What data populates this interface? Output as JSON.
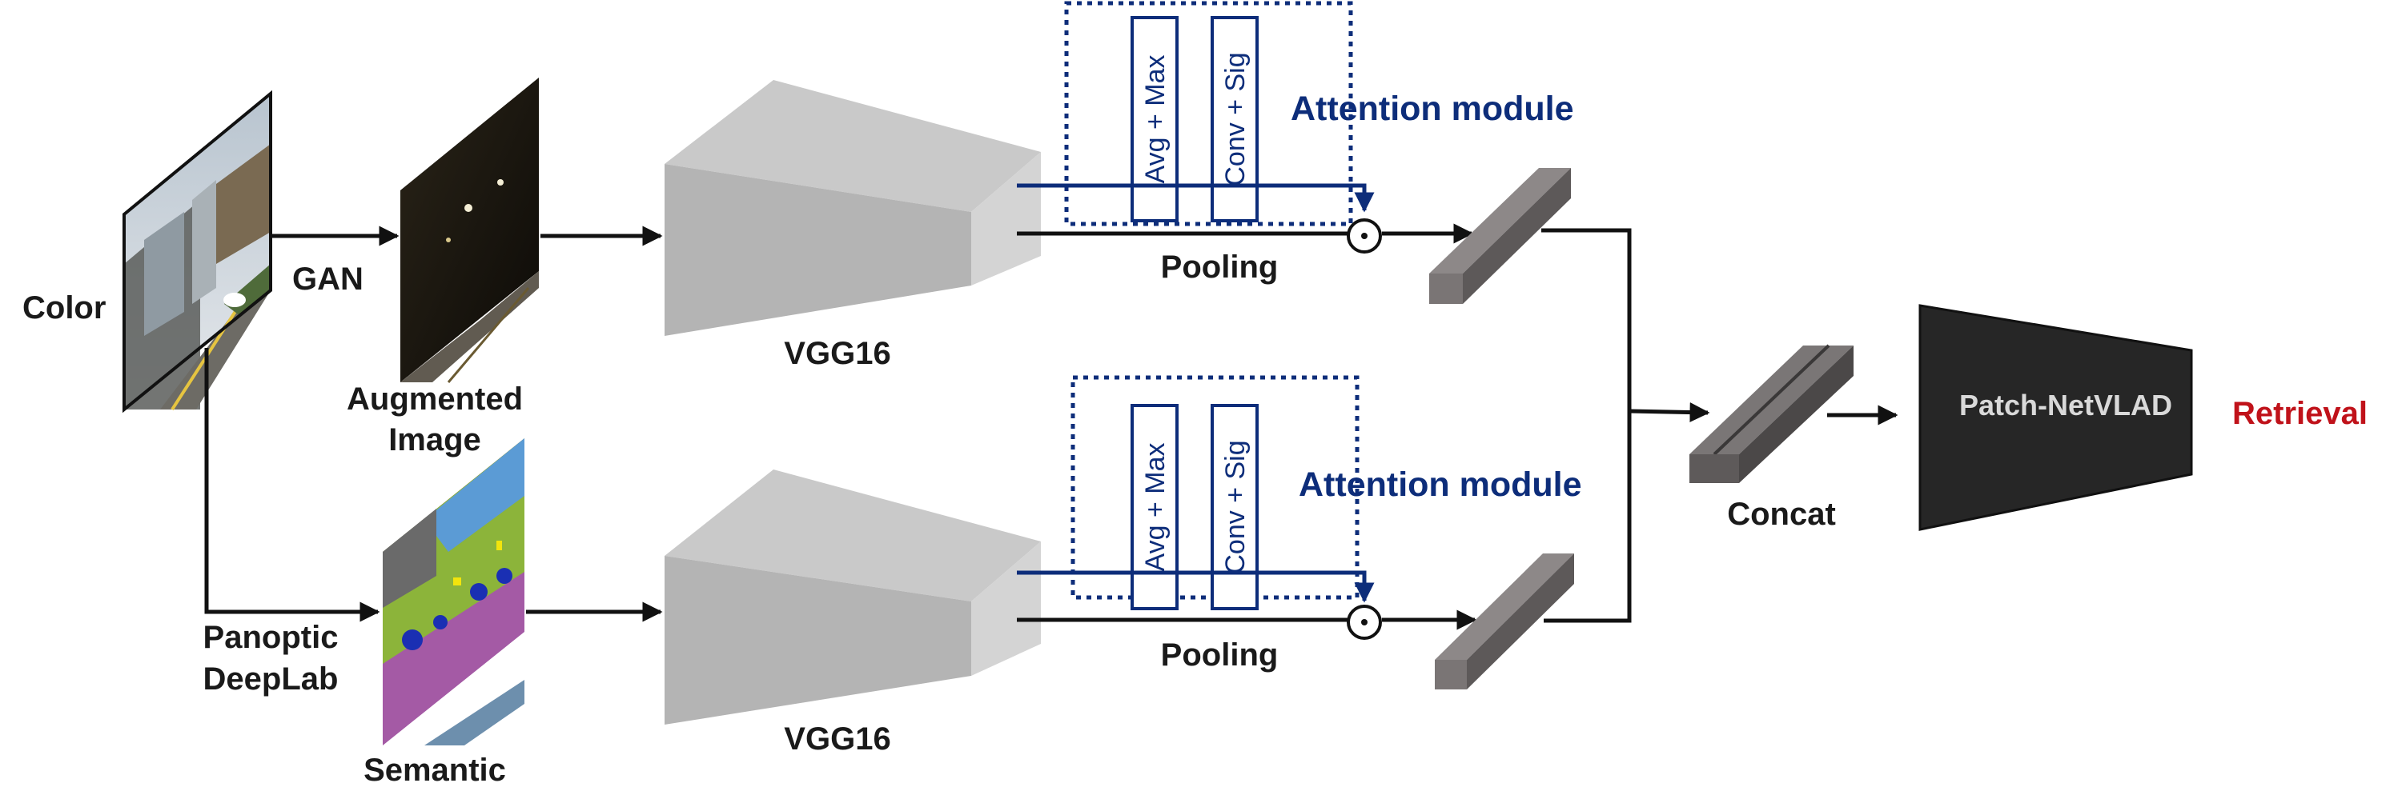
{
  "labels": {
    "color": "Color",
    "gan": "GAN",
    "augmented_line1": "Augmented",
    "augmented_line2": "Image",
    "panoptic_line1": "Panoptic",
    "panoptic_line2": "DeepLab",
    "semantic": "Semantic",
    "vgg16_top": "VGG16",
    "vgg16_bottom": "VGG16",
    "pooling_top": "Pooling",
    "pooling_bottom": "Pooling",
    "attention_top": "Attention module",
    "attention_bottom": "Attention module",
    "avg_max_top": "Avg + Max",
    "conv_sig_top": "Conv + Sig",
    "avg_max_bottom": "Avg + Max",
    "conv_sig_bottom": "Conv + Sig",
    "concat": "Concat",
    "patch_netvlad": "Patch-NetVLAD",
    "retrieval": "Retrieval"
  },
  "colors": {
    "attention_blue": "#0d2d7a",
    "retrieval_red": "#c0121a",
    "vgg_gray": "#b8b8b8",
    "feature_gray": "#6e6a6a",
    "netvlad_fill": "#262626"
  }
}
